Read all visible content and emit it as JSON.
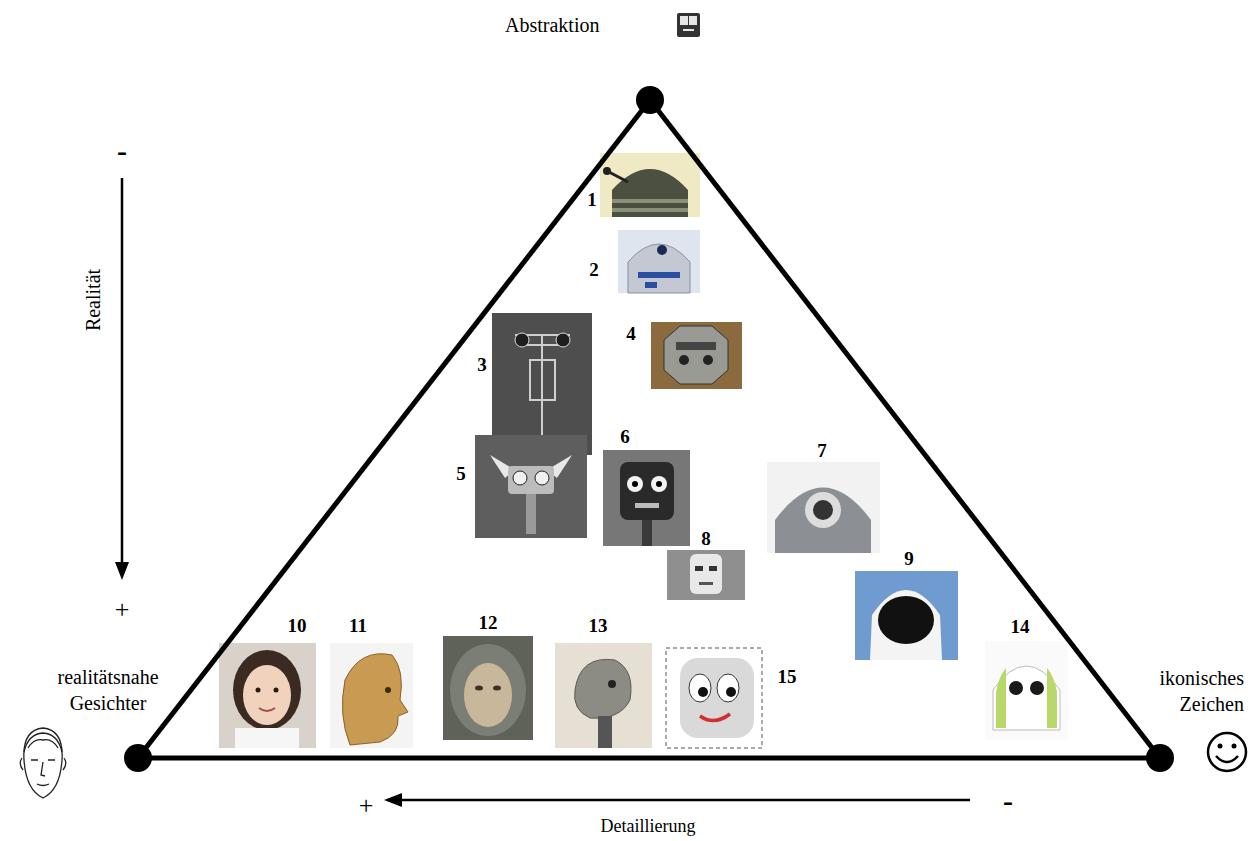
{
  "diagram": {
    "nodes": [
      {
        "text": [
          "Abstraktion"
        ]
      },
      {
        "text": [
          "realitätsnahe Gesichter"
        ]
      },
      {
        "text": [
          "ikonisches Zeichen"
        ]
      }
    ],
    "edges": [
      {
        "from": 0,
        "to": 1,
        "arrow": "none"
      },
      {
        "from": 1,
        "to": 2,
        "arrow": "none"
      },
      {
        "from": 2,
        "to": 0,
        "arrow": "none"
      }
    ],
    "labels": [
      "-",
      "Realität",
      "+",
      "1",
      "2",
      "3",
      "4",
      "5",
      "6",
      "7",
      "8",
      "9",
      "10",
      "11",
      "12",
      "13",
      "15",
      "14",
      "+",
      "-",
      "Detaillierung"
    ]
  }
}
